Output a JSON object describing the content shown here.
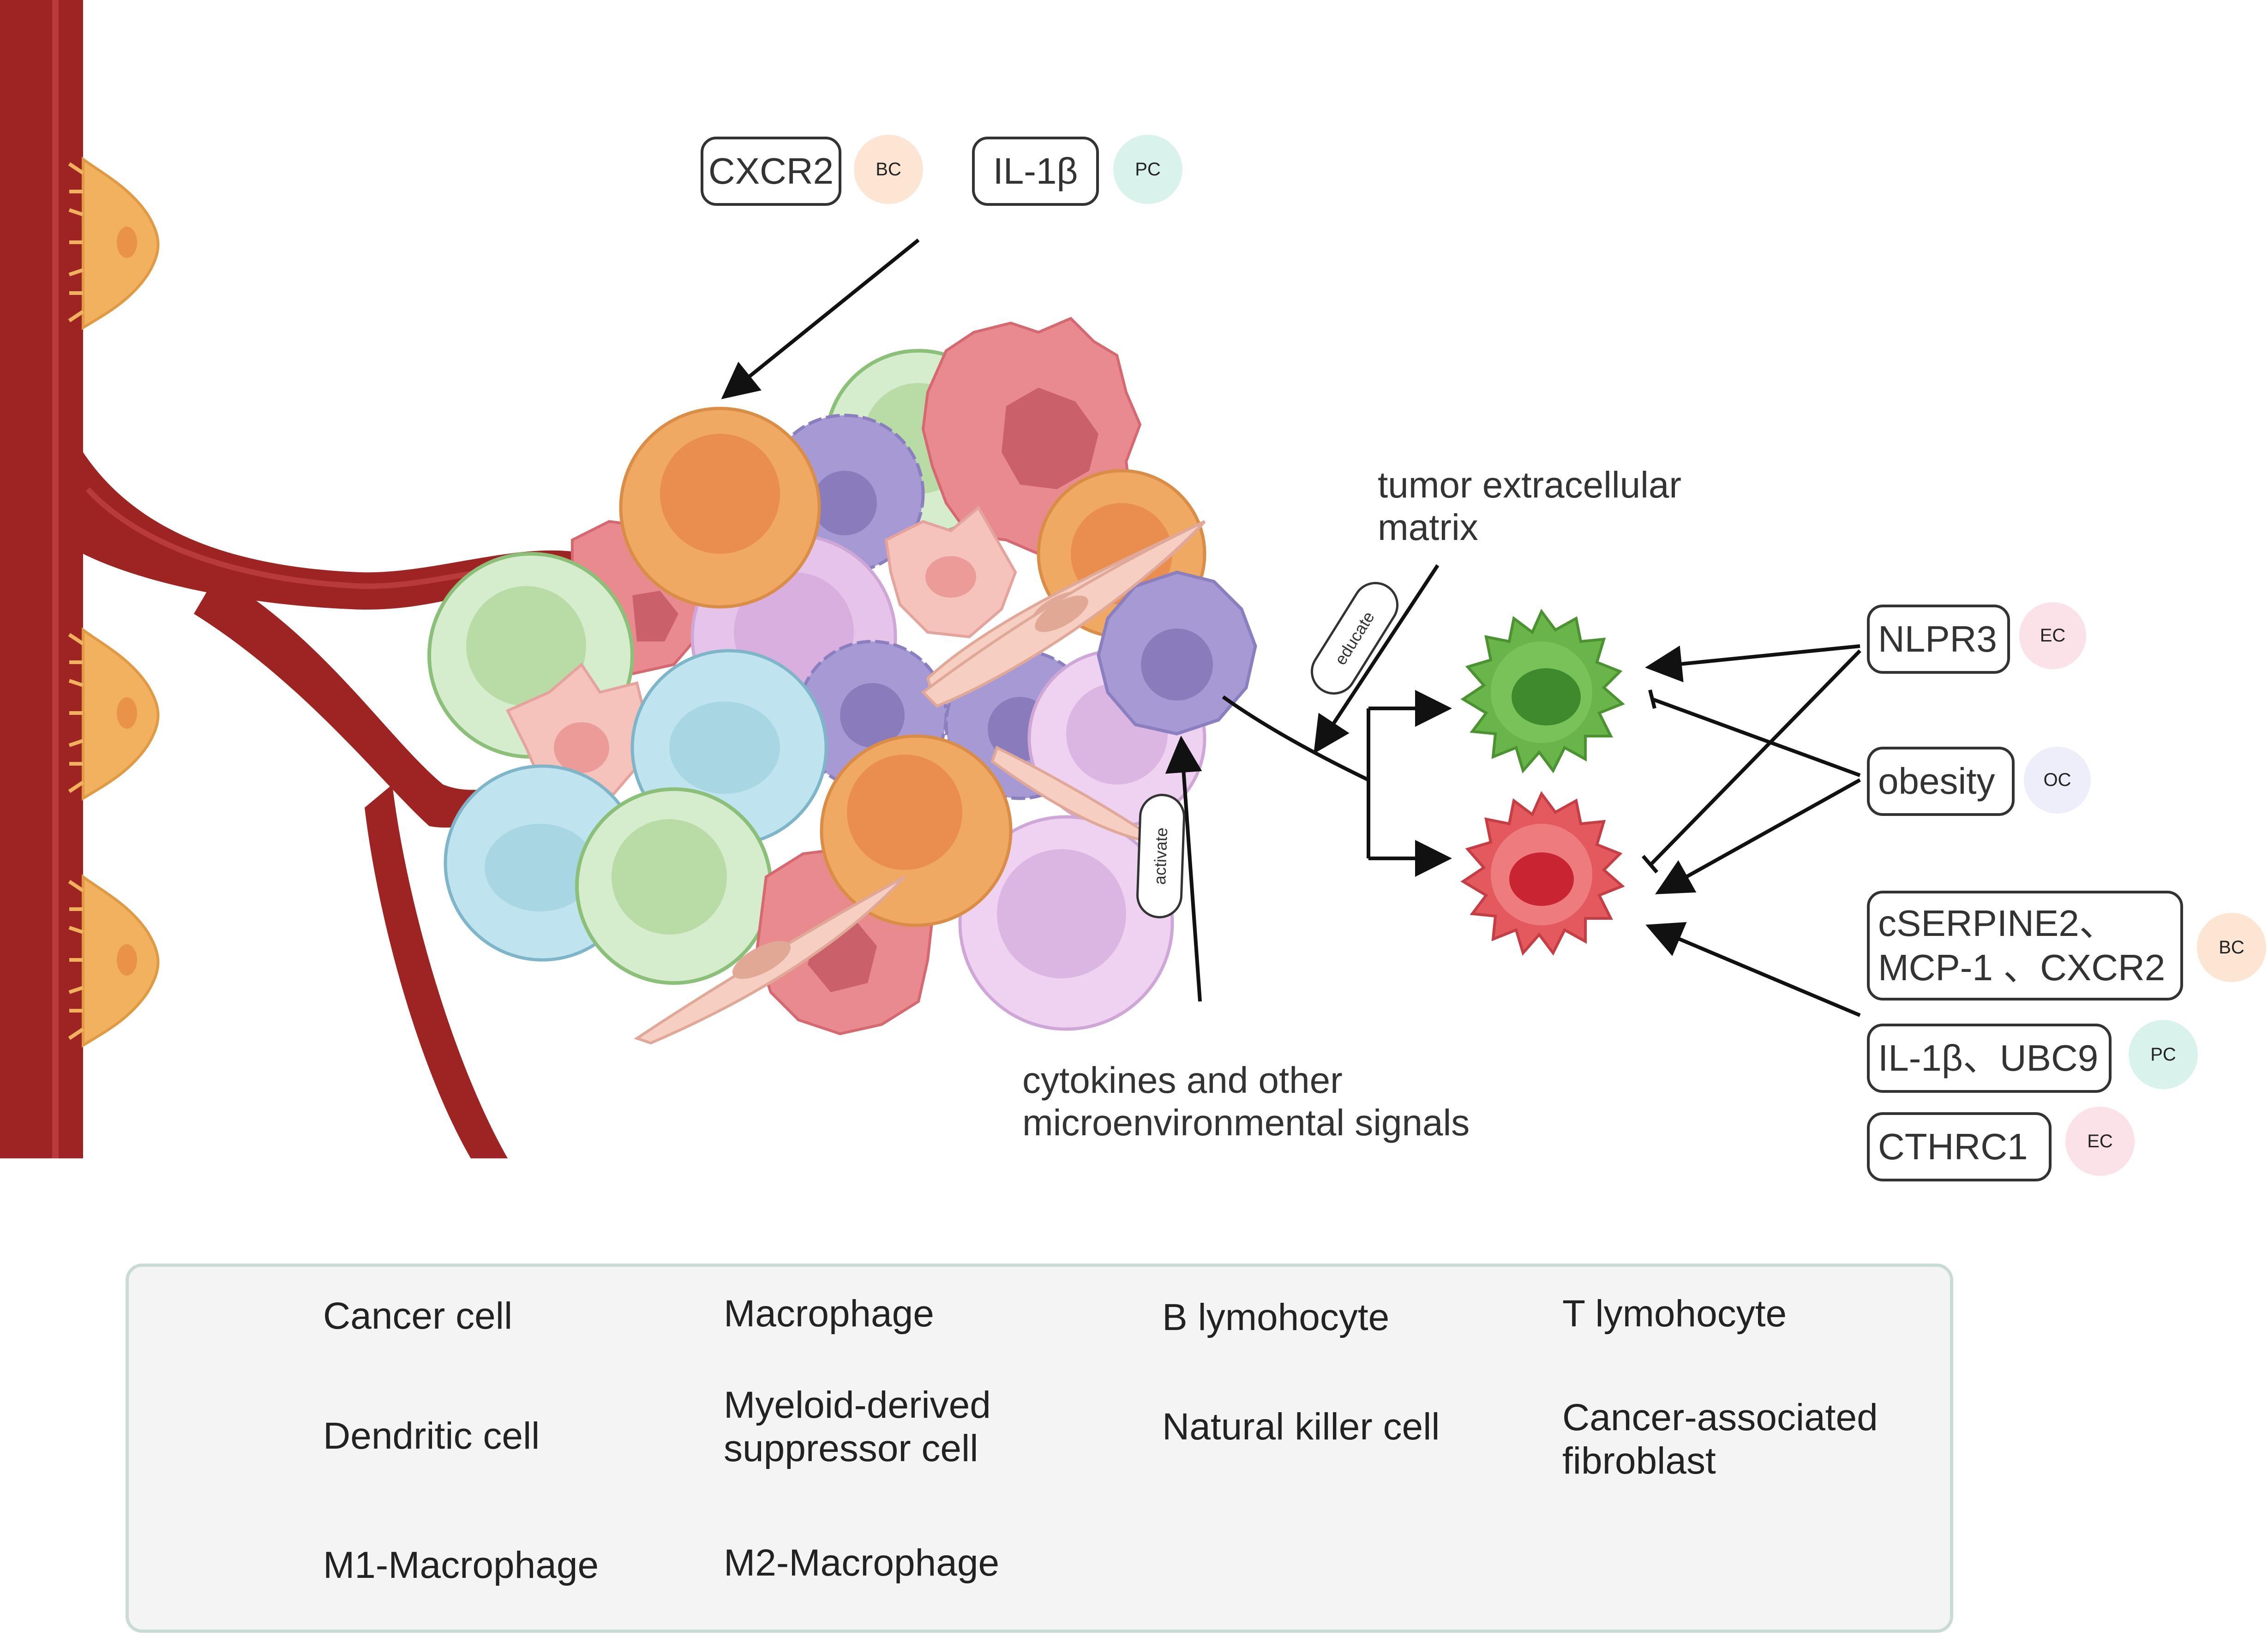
{
  "colors": {
    "vessel": "#9e2424",
    "vessel_light": "#c94a4a",
    "endothelial": "#f2b15e",
    "cancer": "#e98a8f",
    "macrophage": "#a79ad4",
    "b_cell": "#e6c4ea",
    "t_cell": "#cfe8c6",
    "dendritic": "#f5c2bc",
    "mdsc": "#f0a963",
    "nk": "#bfe3ef",
    "caf": "#f7cfc2",
    "m1": "#6ab54a",
    "m2": "#e3595e",
    "tag_bc": "#fde5d3",
    "tag_pc": "#d9f3ec",
    "tag_ec": "#fbe1e8",
    "tag_oc": "#eeeefa"
  },
  "top_markers": [
    {
      "label": "CXCR2",
      "tag": "BC"
    },
    {
      "label": "IL-1β",
      "tag": "PC"
    }
  ],
  "annotations": {
    "tme_line1": "tumor extracellular",
    "tme_line2": "matrix",
    "educate": "educate",
    "activate": "activate",
    "cytokines_line1": "cytokines and other",
    "cytokines_line2": "microenvironmental signals"
  },
  "right_factors": [
    {
      "label": "NLPR3",
      "tag": "EC"
    },
    {
      "label": "obesity",
      "tag": "OC"
    },
    {
      "label_line1": "cSERPINE2、",
      "label_line2": "MCP-1 、CXCR2",
      "tag": "BC"
    },
    {
      "label": "IL-1β、UBC9",
      "tag": "PC"
    },
    {
      "label": "CTHRC1",
      "tag": "EC"
    }
  ],
  "legend": [
    {
      "icon": "cancer-cell-icon",
      "label": "Cancer cell"
    },
    {
      "icon": "macrophage-icon",
      "label": "Macrophage"
    },
    {
      "icon": "b-lymphocyte-icon",
      "label": "B lymohocyte"
    },
    {
      "icon": "t-lymphocyte-icon",
      "label": "T lymohocyte"
    },
    {
      "icon": "dendritic-cell-icon",
      "label": "Dendritic cell"
    },
    {
      "icon": "mdsc-icon",
      "label_line1": "Myeloid-derived",
      "label_line2": "suppressor cell"
    },
    {
      "icon": "nk-cell-icon",
      "label": "Natural killer cell"
    },
    {
      "icon": "caf-icon",
      "label_line1": "Cancer-associated",
      "label_line2": "fibroblast"
    },
    {
      "icon": "m1-macrophage-icon",
      "label": "M1-Macrophage"
    },
    {
      "icon": "m2-macrophage-icon",
      "label": "M2-Macrophage"
    }
  ]
}
